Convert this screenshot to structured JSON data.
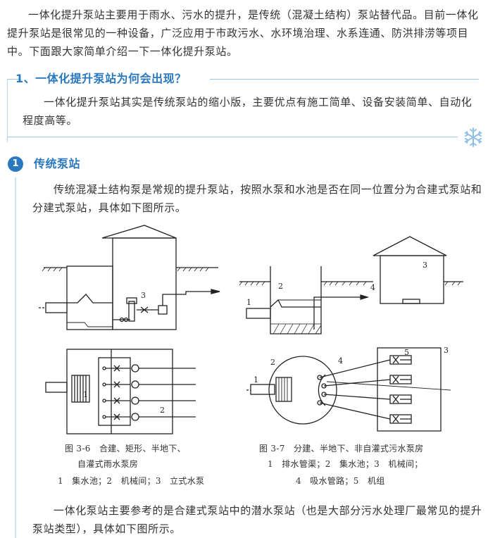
{
  "intro": "一体化提升泵站主要用于雨水、污水的提升，是传统（混凝土结构）泵站替代品。目前一体化提升泵站是很常见的一种设备，广泛应用于市政污水、水环境治理、水系连通、防洪排涝等项目中。下面跟大家简单介绍一下一体化提升泵站。",
  "question": {
    "title": "1、一体化提升泵站为何会出现？",
    "body": "一体化提升泵站其实是传统泵站的缩小版，主要优点有施工简单、设备安装简单、自动化程度高等。"
  },
  "section": {
    "number": "1",
    "title": "传统泵站",
    "body": "传统混凝土结构泵是常规的提升泵站，按照水泵和水池是否在同一位置分为合建式泵站和分建式泵站，具体如下图所示。"
  },
  "figure": {
    "left_labels": {
      "n1": "1",
      "n2": "2",
      "n3": "3"
    },
    "right_labels": {
      "n1": "1",
      "n2": "2",
      "n3": "3",
      "n4": "4",
      "n5": "5"
    },
    "left_caption_1": "图 3-6　合建、矩形、半地下、",
    "left_caption_2": "自灌式雨水泵房",
    "left_legend": "1　集水池；2　机械间；3　立式水泵",
    "right_caption": "图 3-7　分建、半地下、非自灌式污水泵房",
    "right_legend_1": "1　排水管渠；2　集水池；3　机械间；",
    "right_legend_2": "4　吸水管路；5　机组"
  },
  "final": "一体化泵站主要参考的是合建式泵站中的潜水泵站（也是大部分污水处理厂最常见的提升泵站类型），具体如下图所示。"
}
